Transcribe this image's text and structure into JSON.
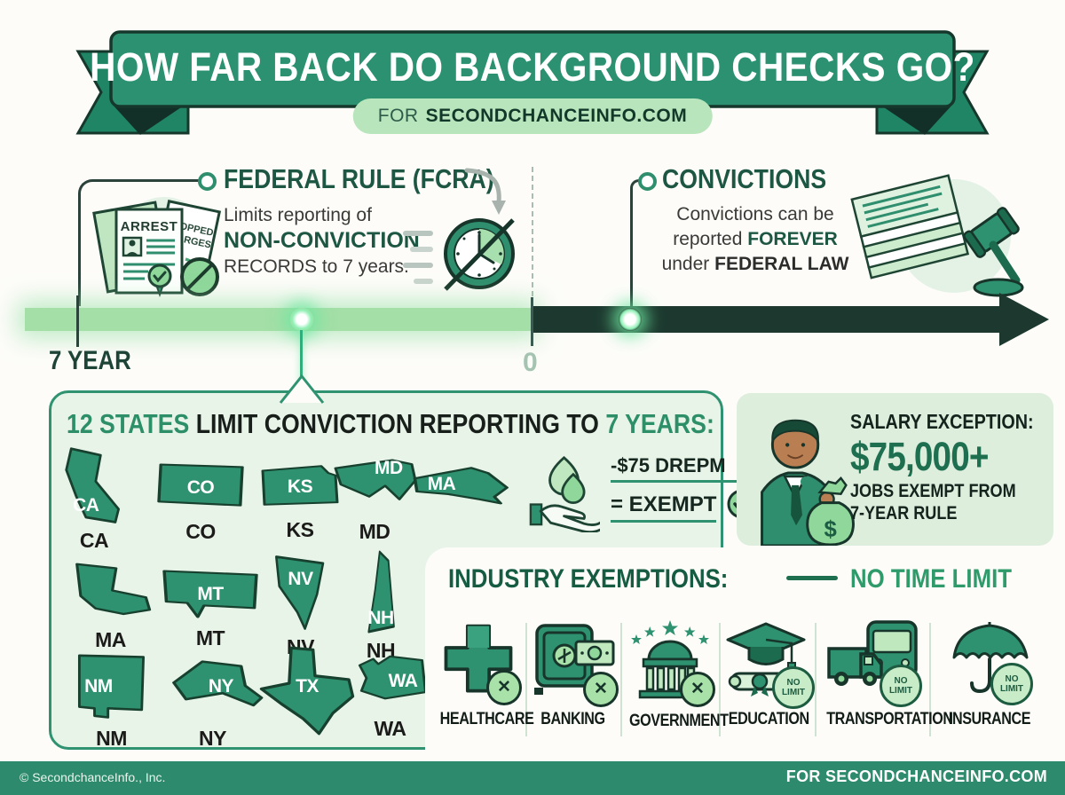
{
  "banner": {
    "title": "HOW FAR BACK DO BACKGROUND CHECKS GO?",
    "pill_prefix": "FOR",
    "pill_brand": "SECONDCHANCEINFO.COM"
  },
  "federal_rule": {
    "title": "FEDERAL RULE (FCRA)",
    "line1": "Limits reporting of",
    "line2": "NON-CONVICTION",
    "line3": "RECORDS to 7 years.",
    "doc_front_label": "ARREST",
    "doc_back_label_line1": "DROPPED",
    "doc_back_label_line2": "CHARGES"
  },
  "convictions": {
    "title": "CONVICTIONS",
    "line1": "Convictions can be",
    "line2_prefix": "reported",
    "line2_bold": "FOREVER",
    "line3_prefix": "under",
    "line3_bold": "FEDERAL LAW"
  },
  "timeline": {
    "left_label": "7 YEAR",
    "zero_label": "0"
  },
  "states_box": {
    "heading_accent1": "12 STATES",
    "heading_main": "LIMIT CONVICTION REPORTING TO",
    "heading_accent2": "7 YEARS:",
    "states": [
      {
        "abbr": "CA",
        "inside": "CA",
        "below": "CA"
      },
      {
        "abbr": "CO",
        "inside": "CO",
        "below": "CO"
      },
      {
        "abbr": "KS",
        "inside": "KS",
        "below": "KS"
      },
      {
        "abbr": "MD",
        "inside": "MD",
        "below": "MD"
      },
      {
        "abbr": "MA",
        "inside": "MA",
        "below": ""
      },
      {
        "abbr": "MA",
        "inside": "",
        "below": "MA"
      },
      {
        "abbr": "MT",
        "inside": "MT",
        "below": "MT"
      },
      {
        "abbr": "NV",
        "inside": "NV",
        "below": "NV"
      },
      {
        "abbr": "NH",
        "inside": "NH",
        "below": "NH"
      },
      {
        "abbr": "NM",
        "inside": "NM",
        "below": "NM"
      },
      {
        "abbr": "NY",
        "inside": "NY",
        "below": "NY"
      },
      {
        "abbr": "TX",
        "inside": "TX",
        "below": ""
      },
      {
        "abbr": "WA",
        "inside": "WA",
        "below": "WA"
      }
    ],
    "exempt_line1": "-$75 DREPM",
    "exempt_line2": "= EXEMPT",
    "check_glyph": "✓"
  },
  "salary": {
    "title": "SALARY EXCEPTION:",
    "amount": "$75,000+",
    "line1": "JOBS EXEMPT FROM",
    "line2": "7-YEAR RULE",
    "bag_symbol": "$"
  },
  "industry": {
    "heading": "INDUSTRY EXEMPTIONS:",
    "no_limit_label": "NO TIME LIMIT",
    "x_glyph": "✕",
    "badge_no": "NO",
    "badge_limit": "LIMIT",
    "items": [
      {
        "label": "HEALTHCARE",
        "badge": "x"
      },
      {
        "label": "BANKING",
        "badge": "x"
      },
      {
        "label": "GOVERNMENT",
        "badge": "x"
      },
      {
        "label": "EDUCATION",
        "badge": "no_limit"
      },
      {
        "label": "TRANSPORTATION",
        "badge": "no_limit"
      },
      {
        "label": "INSURANCE",
        "badge": "no_limit"
      }
    ]
  },
  "footer": {
    "left": "© SecondchanceInfo., Inc.",
    "right": "FOR SECONDCHANCEINFO.COM"
  },
  "colors": {
    "brand_green": "#2b9171",
    "dark_green": "#1d5743",
    "light_green": "#a9e2a9",
    "pale_green": "#e9f4e9",
    "timeline_dark": "#1d392f"
  }
}
